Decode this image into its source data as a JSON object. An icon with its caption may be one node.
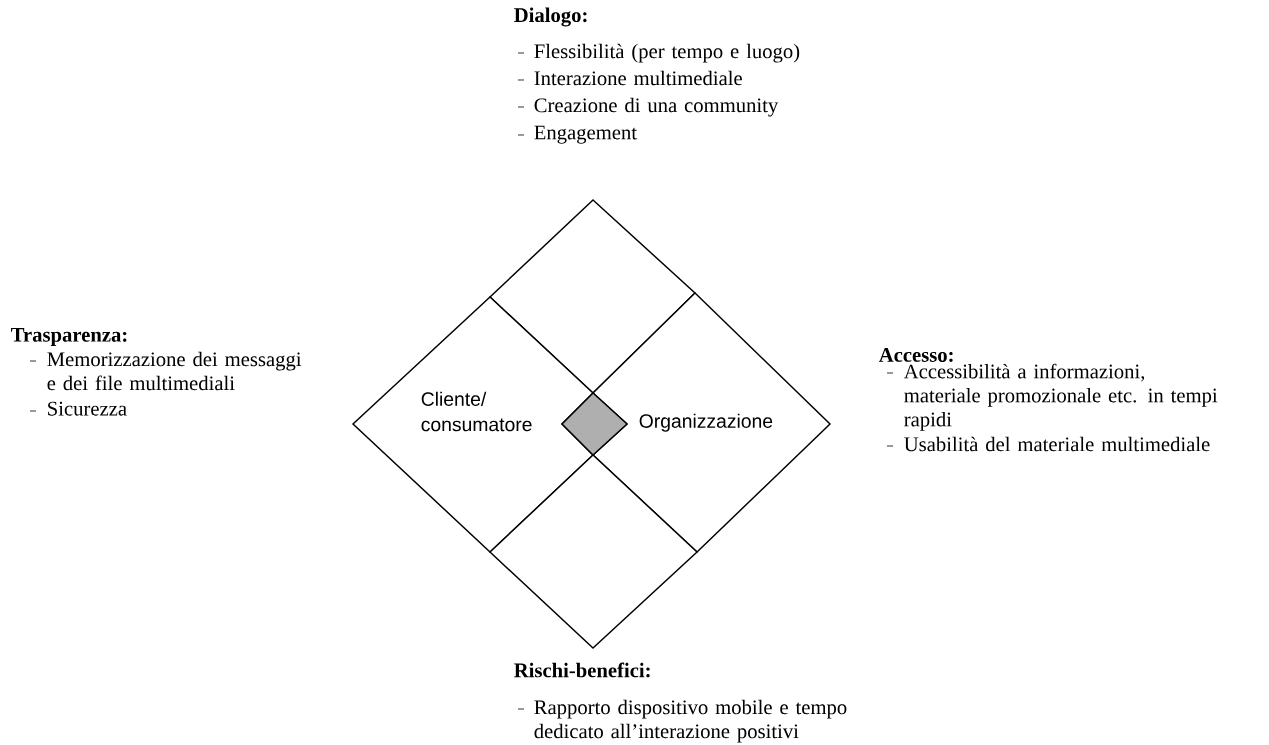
{
  "diagram": {
    "nodes": [
      {
        "text": [],
        "shape": "diamond"
      },
      {
        "text": [
          "Cliente/ consumatore"
        ]
      },
      {
        "text": [],
        "shape": "diamond"
      },
      {
        "text": [
          "Organizzazione"
        ]
      },
      {
        "text": [],
        "shape": "diamond"
      }
    ],
    "labels": [
      "Dialogo:",
      "Flessibilità (per tempo e luogo)",
      "Interazione multimediale",
      "Creazione di una community",
      "Engagement",
      "Trasparenza:",
      "Memorizzazione dei messaggi e dei file multimediali",
      "Sicurezza",
      "Accesso:",
      "Accessibilità a informazioni, materiale promozionale etc. in tempi rapidi",
      "Usabilità del materiale multimediale",
      "Rischi-benefici:",
      "Rapporto dispositivo mobile e tempo dedicato all’interazione positivi"
    ]
  }
}
